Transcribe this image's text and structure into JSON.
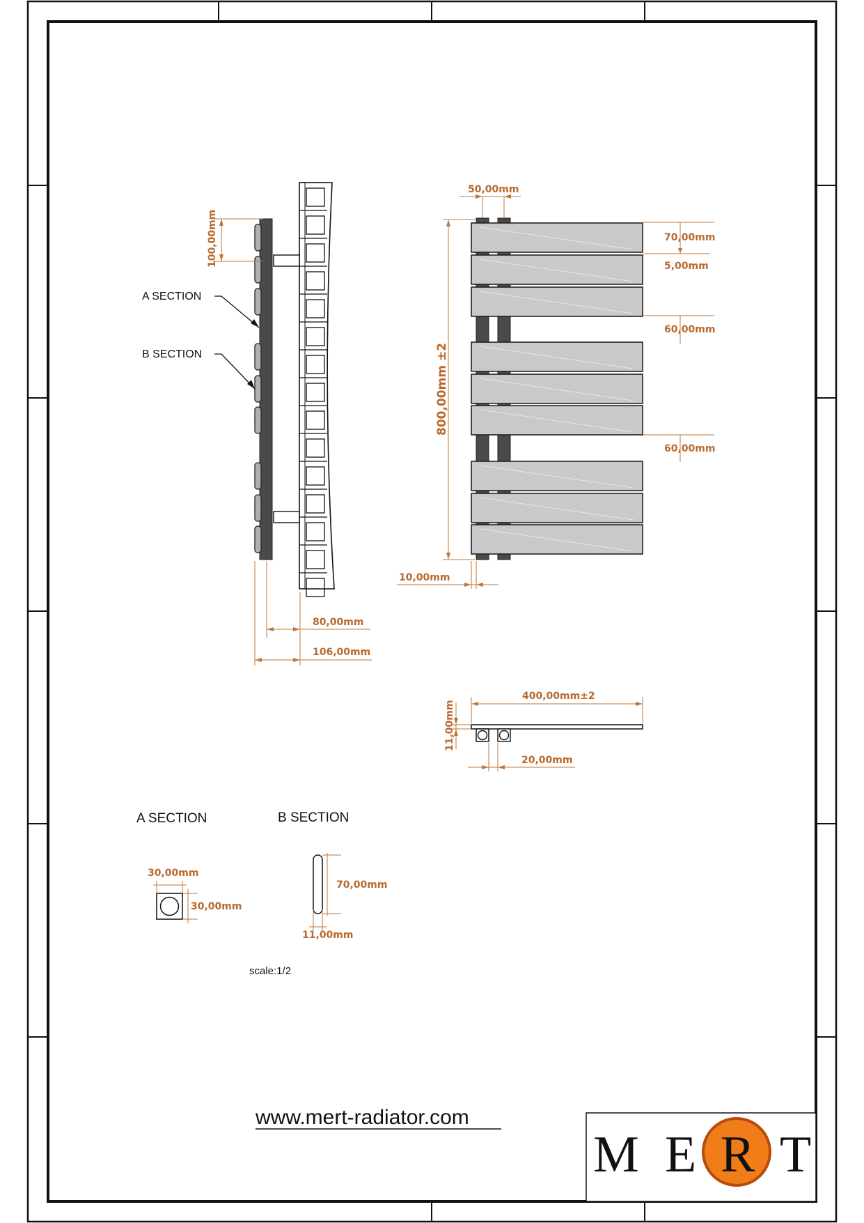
{
  "dimensions": {
    "bar_pitch": "100,00mm",
    "wall_gap": "80,00mm",
    "total_depth": "106,00mm",
    "collector_spacing": "50,00mm",
    "panel_height": "70,00mm",
    "panel_gap": "5,00mm",
    "group_gap_1": "60,00mm",
    "group_gap_2": "60,00mm",
    "height": "800,00mm ±2",
    "bottom_offset": "10,00mm",
    "width": "400,00mm±2",
    "panel_thickness": "11,00mm",
    "collector_width": "20,00mm"
  },
  "callouts": {
    "a_section": "A SECTION",
    "b_section": "B SECTION"
  },
  "sections": {
    "a_title": "A SECTION",
    "b_title": "B SECTION",
    "a_width": "30,00mm",
    "a_height": "30,00mm",
    "b_height": "70,00mm",
    "b_width": "11,00mm"
  },
  "scale": "scale:1/2",
  "website": "www.mert-radiator.com",
  "logo": {
    "letters": [
      "M",
      "E",
      "R",
      "T"
    ],
    "accent": "#f07d1a"
  },
  "colors": {
    "dimension": "#c0763a",
    "panel": "#c9c9c9",
    "collector": "#4a4a4a"
  }
}
